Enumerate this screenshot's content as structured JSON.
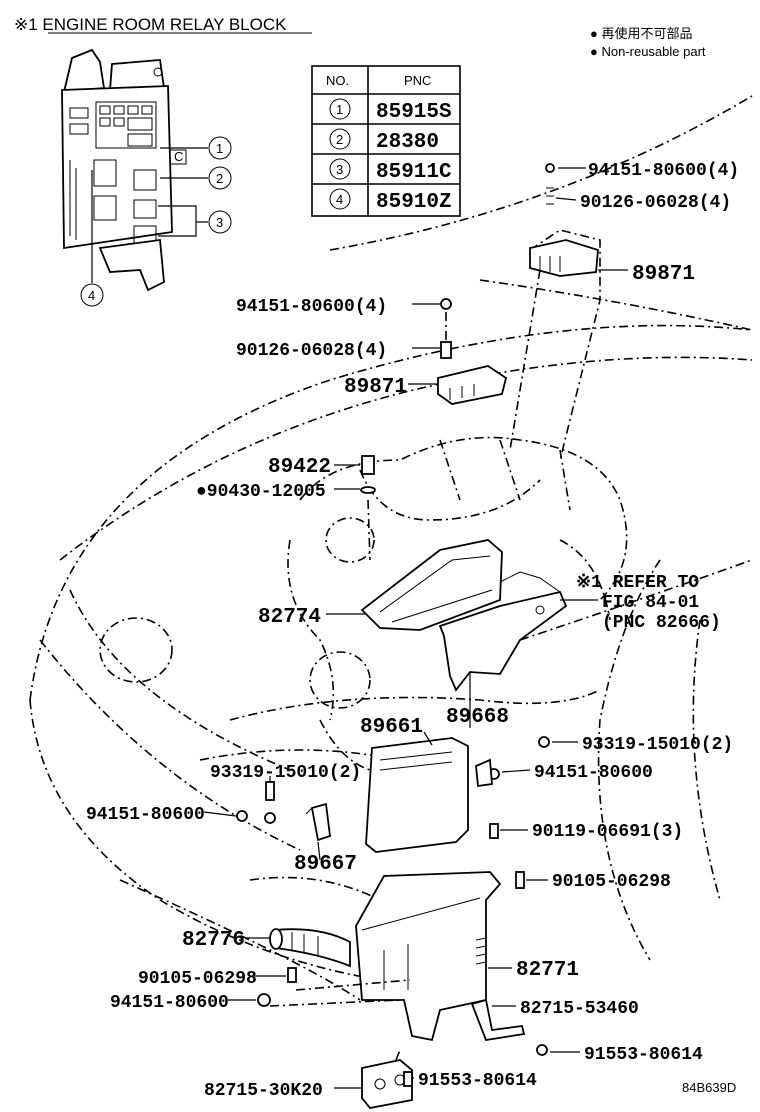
{
  "inset": {
    "title": "※1  ENGINE ROOM RELAY BLOCK",
    "callouts": [
      "1",
      "2",
      "3",
      "4"
    ]
  },
  "legend": {
    "line1": "● 再使用不可部品",
    "line2": "● Non-reusable part"
  },
  "pnc_table": {
    "headers": [
      "NO.",
      "PNC"
    ],
    "rows": [
      {
        "no": "1",
        "pnc": "85915S"
      },
      {
        "no": "2",
        "pnc": "28380"
      },
      {
        "no": "3",
        "pnc": "85911C"
      },
      {
        "no": "4",
        "pnc": "85910Z"
      }
    ]
  },
  "labels": {
    "nut_top_right": "94151-80600(4)",
    "stud_top_right": "90126-06028(4)",
    "sensor_right": "89871",
    "nut_top_left": "94151-80600(4)",
    "stud_top_left": "90126-06028(4)",
    "sensor_left": "89871",
    "sensor_89422": "89422",
    "gasket": "●90430-12005",
    "cover_82774": "82774",
    "refer_1": "※1 REFER TO",
    "refer_2": "FIG 84-01",
    "refer_3": "(PNC 82666)",
    "ecu_89661": "89661",
    "bracket_89668": "89668",
    "clamp_right": "93319-15010(2)",
    "nut_mid_right": "94151-80600",
    "clamp_left": "93319-15010(2)",
    "nut_mid_left": "94151-80600",
    "bolt_90119": "90119-06691(3)",
    "bracket_89667": "89667",
    "bolt_90105_right": "90105-06298",
    "hose_82776": "82776",
    "box_82771": "82771",
    "bolt_90105_left": "90105-06298",
    "nut_bottom_left": "94151-80600",
    "bracket_82715_53460": "82715-53460",
    "bolt_91553_right": "91553-80614",
    "bolt_91553_left": "91553-80614",
    "bracket_82715_30K20": "82715-30K20",
    "figure_id": "84B639D"
  }
}
